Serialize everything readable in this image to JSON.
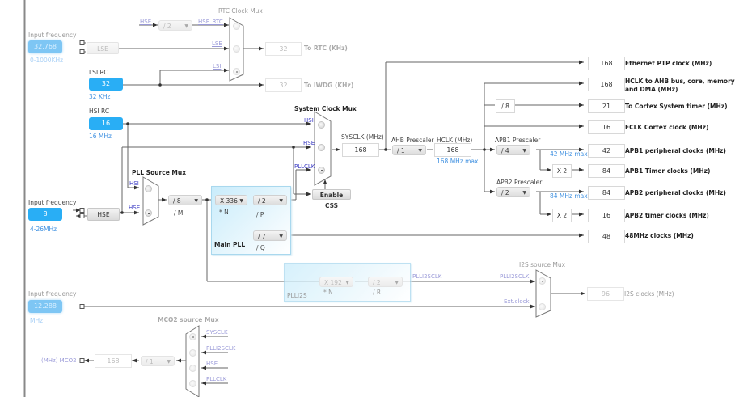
{
  "lse_input": {
    "label": "Input frequency",
    "value": "32.768",
    "range": "0-1000KHz"
  },
  "hse_input": {
    "label": "Input frequency",
    "value": "8",
    "range": "4-26MHz"
  },
  "ext_input": {
    "label": "Input frequency",
    "value": "12.288",
    "range": "MHz"
  },
  "lse_block": "LSE",
  "hse_block": "HSE",
  "lsi_rc": {
    "label": "LSI RC",
    "value": "32",
    "unit": "32 KHz"
  },
  "hsi_rc": {
    "label": "HSI RC",
    "value": "16",
    "unit": "16 MHz"
  },
  "rtc_mux": {
    "title": "RTC Clock Mux",
    "hse_in": "HSE",
    "hse_div": "/ 2",
    "inputs": [
      "HSE_RTC",
      "LSE",
      "LSI"
    ],
    "selected": "LSI"
  },
  "to_rtc": {
    "value": "32",
    "label": "To RTC (KHz)"
  },
  "to_iwdg": {
    "value": "32",
    "label": "To IWDG (KHz)"
  },
  "pll_source_mux": {
    "title": "PLL Source Mux",
    "inputs": [
      "HSI",
      "HSE"
    ],
    "selected": "HSE"
  },
  "pll_m": {
    "value": "/ 8",
    "label": "/ M"
  },
  "main_pll": {
    "title": "Main PLL",
    "n": {
      "value": "X 336",
      "label": "* N"
    },
    "p": {
      "value": "/ 2",
      "label": "/ P"
    },
    "q": {
      "value": "/ 7",
      "label": "/ Q"
    }
  },
  "system_clock_mux": {
    "title": "System Clock Mux",
    "inputs": [
      "HSI",
      "HSE",
      "PLLCLK"
    ],
    "selected": "PLLCLK"
  },
  "enable_css": "Enable CSS",
  "sysclk": {
    "label": "SYSCLK (MHz)",
    "value": "168"
  },
  "ahb_prescaler": {
    "label": "AHB Prescaler",
    "value": "/ 1"
  },
  "hclk": {
    "label": "HCLK (MHz)",
    "value": "168",
    "max": "168 MHz max"
  },
  "cortex_div": "/ 8",
  "apb1_prescaler": {
    "label": "APB1 Prescaler",
    "value": "/ 4",
    "max": "42 MHz max",
    "timer_mult": "X 2"
  },
  "apb2_prescaler": {
    "label": "APB2 Prescaler",
    "value": "/ 2",
    "max": "84 MHz max",
    "timer_mult": "X 2"
  },
  "outputs": [
    {
      "value": "168",
      "label": "Ethernet PTP clock (MHz)"
    },
    {
      "value": "168",
      "label": "HCLK to AHB bus, core, memory",
      "label2": "and DMA (MHz)"
    },
    {
      "value": "21",
      "label": "To Cortex System timer (MHz)"
    },
    {
      "value": "16",
      "label": "FCLK Cortex clock (MHz)"
    },
    {
      "value": "42",
      "label": "APB1 peripheral clocks (MHz)"
    },
    {
      "value": "84",
      "label": "APB1 Timer clocks (MHz)"
    },
    {
      "value": "84",
      "label": "APB2 peripheral clocks (MHz)"
    },
    {
      "value": "16",
      "label": "APB2 timer clocks (MHz)"
    },
    {
      "value": "48",
      "label": "48MHz clocks (MHz)"
    }
  ],
  "plli2s": {
    "title": "PLLI2S",
    "n": {
      "value": "X 192",
      "label": "* N"
    },
    "r": {
      "value": "/ 2",
      "label": "/ R"
    },
    "out_label": "PLLI2SCLK"
  },
  "i2s_mux": {
    "title": "I2S source Mux",
    "inputs": [
      "PLLI2SCLK",
      "Ext.clock"
    ],
    "selected": "PLLI2SCLK"
  },
  "i2s_out": {
    "value": "96",
    "label": "I2S clocks (MHz)"
  },
  "mco2_mux": {
    "title": "MCO2 source Mux",
    "inputs": [
      "SYSCLK",
      "PLLI2SCLK",
      "HSE",
      "PLLCLK"
    ],
    "selected": "SYSCLK"
  },
  "mco2_div": "/ 1",
  "mco2_out": {
    "value": "168",
    "label": "(MHz) MCO2"
  }
}
